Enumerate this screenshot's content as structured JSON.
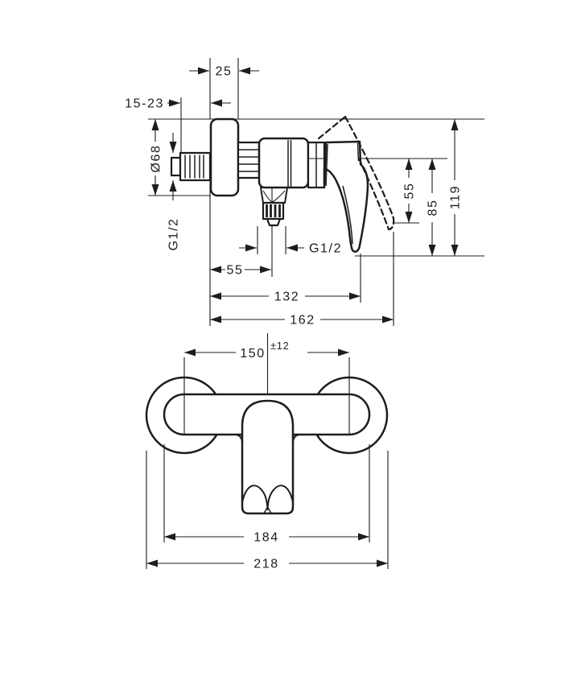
{
  "drawing": {
    "kind": "technical-dimension-drawing",
    "line_color": "#1d1d1d",
    "background_color": "#ffffff"
  },
  "side_view": {
    "dims": {
      "escutcheon_depth": "25",
      "wall_adjustment_range": "15-23",
      "escutcheon_diameter": "Ø68",
      "wall_connection_thread": "G1/2",
      "outlet_thread": "G1/2",
      "wall_to_outlet_center": "55",
      "projection_lever_down": "132",
      "projection_lever_up": "162",
      "lever_drop": "55",
      "body_to_lowest_point": "85",
      "overall_height": "119"
    }
  },
  "front_view": {
    "dims": {
      "connection_centers": "150",
      "connection_centers_tolerance": "±12",
      "body_outer_width": "184",
      "overall_width": "218"
    }
  }
}
